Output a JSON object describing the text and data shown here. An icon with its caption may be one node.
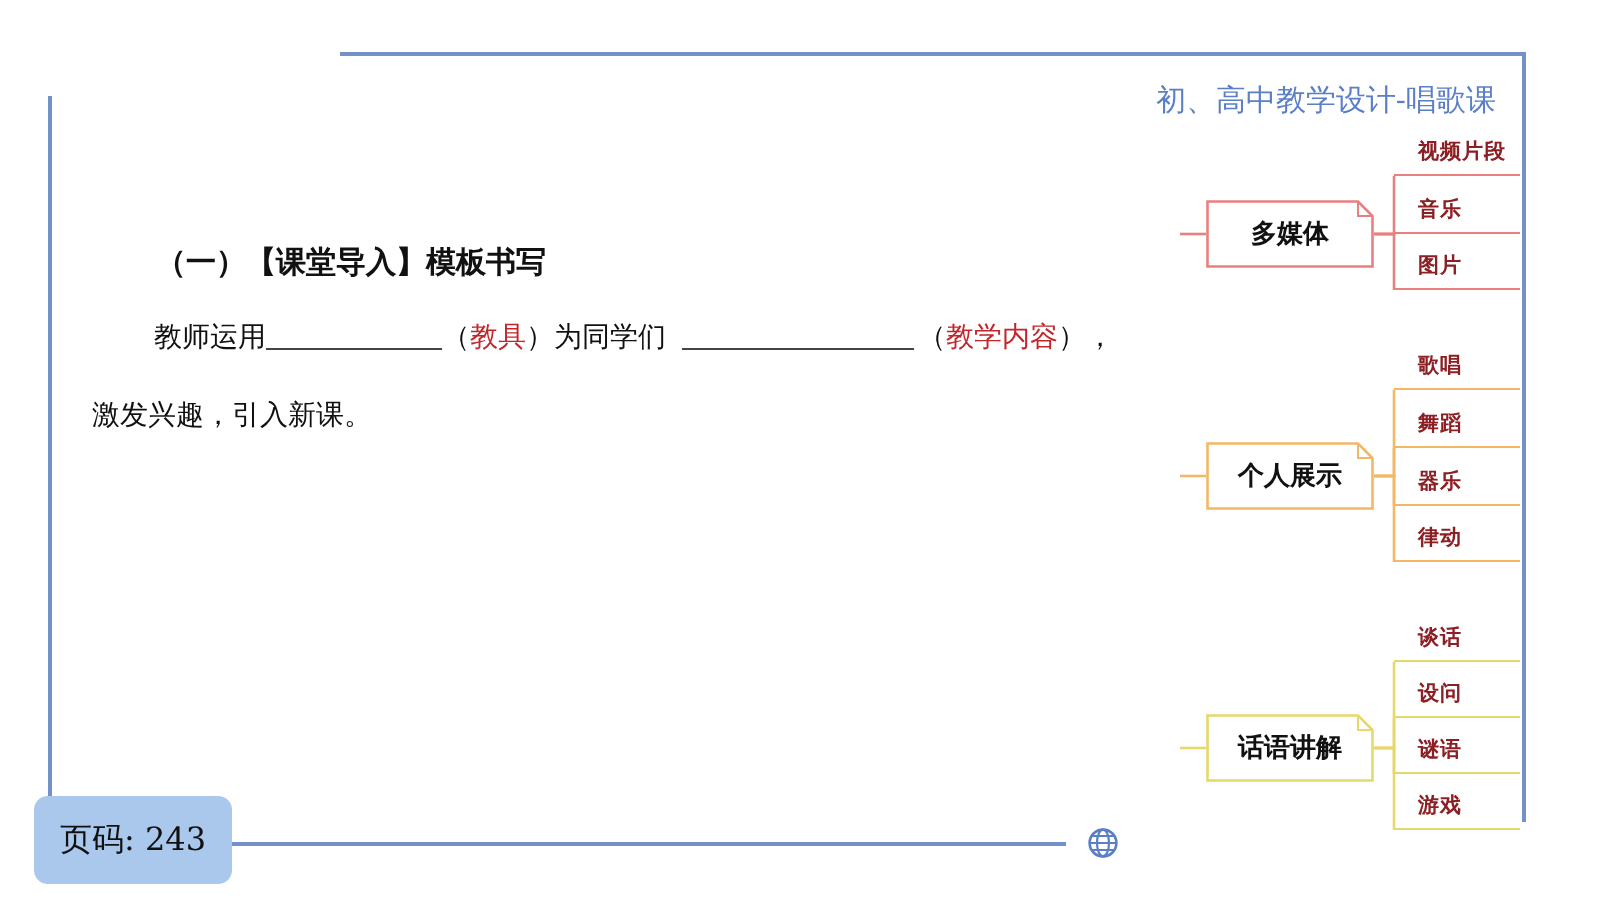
{
  "diagram": {
    "title": "（一）【课堂导入】模板书写",
    "nodes": [
      {
        "text": [
          "多媒体"
        ]
      },
      {
        "text": [
          "视频片段"
        ]
      },
      {
        "text": [
          "音乐"
        ]
      },
      {
        "text": [
          "图片"
        ]
      },
      {
        "text": [
          "个人展示"
        ]
      },
      {
        "text": [
          "歌唱"
        ]
      },
      {
        "text": [
          "舞蹈"
        ]
      },
      {
        "text": [
          "器乐"
        ]
      },
      {
        "text": [
          "律动"
        ]
      },
      {
        "text": [
          "话语讲解"
        ]
      },
      {
        "text": [
          "谈话"
        ]
      },
      {
        "text": [
          "设问"
        ]
      },
      {
        "text": [
          "谜语"
        ]
      },
      {
        "text": [
          "游戏"
        ]
      }
    ],
    "edges": [
      {
        "from": null,
        "to": 0,
        "arrow": "none",
        "color": "#e88080"
      },
      {
        "from": 0,
        "to": 1,
        "arrow": "none",
        "color": "#e88080"
      },
      {
        "from": 0,
        "to": 2,
        "arrow": "none",
        "color": "#e88080"
      },
      {
        "from": 0,
        "to": 3,
        "arrow": "none",
        "color": "#e88080"
      },
      {
        "from": null,
        "to": 4,
        "arrow": "none",
        "color": "#f2b866"
      },
      {
        "from": 4,
        "to": 5,
        "arrow": "none",
        "color": "#f2b866"
      },
      {
        "from": 4,
        "to": 6,
        "arrow": "none",
        "color": "#f2b866"
      },
      {
        "from": 4,
        "to": 7,
        "arrow": "none",
        "color": "#f2b866"
      },
      {
        "from": 4,
        "to": 8,
        "arrow": "none",
        "color": "#f2b866"
      },
      {
        "from": null,
        "to": 9,
        "arrow": "none",
        "color": "#e6d86a"
      },
      {
        "from": 9,
        "to": 10,
        "arrow": "none",
        "color": "#e6d86a"
      },
      {
        "from": 9,
        "to": 11,
        "arrow": "none",
        "color": "#e6d86a"
      },
      {
        "from": 9,
        "to": 12,
        "arrow": "none",
        "color": "#e6d86a"
      },
      {
        "from": 9,
        "to": 13,
        "arrow": "none",
        "color": "#e6d86a"
      }
    ],
    "labels": [
      "初、高中教学设计-唱歌课",
      "教师运用",
      "（",
      "教具",
      "）为同学们",
      "（",
      "教学内容",
      "），",
      "激发兴趣，引入新课。",
      "页码: 243"
    ]
  }
}
